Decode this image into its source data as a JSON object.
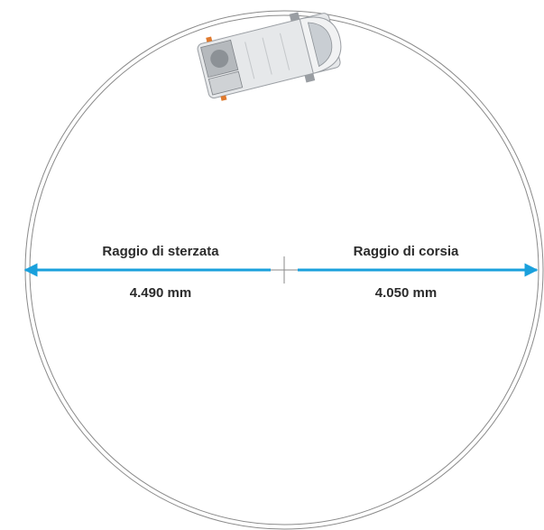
{
  "diagram": {
    "left_label": "Raggio di sterzata",
    "left_value": "4.490 mm",
    "right_label": "Raggio di corsia",
    "right_value": "4.050 mm",
    "vehicle_icon": "van-top-view-icon",
    "center_icon": "center-crosshair-icon",
    "colors": {
      "arrow": "#1aa0dc",
      "circle": "#8a8a8a",
      "text": "#2b2b2b",
      "van_body": "#e6e8ea",
      "van_outline": "#9a9ea3"
    }
  }
}
